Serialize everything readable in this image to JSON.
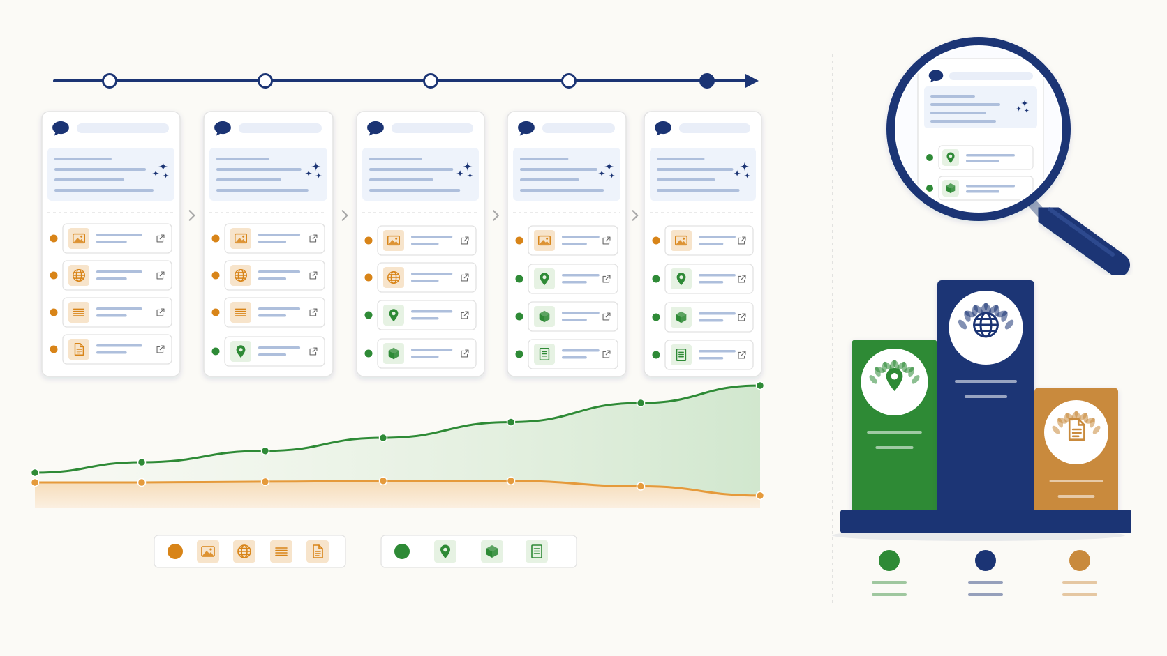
{
  "colors": {
    "navy": "#1b3474",
    "green": "#2e8a36",
    "orange": "#d88418",
    "orange_light": "#f7e4cb",
    "green_light": "#e6f2e3",
    "bronze": "#c98a3c",
    "panel_blue": "#eef3fb",
    "line_gray": "#aebfdc",
    "card_border": "#e3e3e3",
    "background": "#fbfaf6"
  },
  "timeline": {
    "steps": 5,
    "current_step": 5
  },
  "cards": [
    {
      "sources": [
        {
          "kind": "orange",
          "icon": "image-icon"
        },
        {
          "kind": "orange",
          "icon": "globe-icon"
        },
        {
          "kind": "orange",
          "icon": "lines-icon"
        },
        {
          "kind": "orange",
          "icon": "document-icon"
        }
      ]
    },
    {
      "sources": [
        {
          "kind": "orange",
          "icon": "image-icon"
        },
        {
          "kind": "orange",
          "icon": "globe-icon"
        },
        {
          "kind": "orange",
          "icon": "lines-icon"
        },
        {
          "kind": "green",
          "icon": "map-pin-icon"
        }
      ]
    },
    {
      "sources": [
        {
          "kind": "orange",
          "icon": "image-icon"
        },
        {
          "kind": "orange",
          "icon": "globe-icon"
        },
        {
          "kind": "green",
          "icon": "map-pin-icon"
        },
        {
          "kind": "green",
          "icon": "cube-icon"
        }
      ]
    },
    {
      "sources": [
        {
          "kind": "orange",
          "icon": "image-icon"
        },
        {
          "kind": "green",
          "icon": "map-pin-icon"
        },
        {
          "kind": "green",
          "icon": "cube-icon"
        },
        {
          "kind": "green",
          "icon": "receipt-icon"
        }
      ]
    },
    {
      "sources": [
        {
          "kind": "orange",
          "icon": "image-icon"
        },
        {
          "kind": "green",
          "icon": "map-pin-icon"
        },
        {
          "kind": "green",
          "icon": "cube-icon"
        },
        {
          "kind": "green",
          "icon": "receipt-icon"
        }
      ]
    }
  ],
  "trend": {
    "green_share": [
      0.0,
      0.12,
      0.25,
      0.4,
      0.58,
      0.8,
      1.0
    ],
    "orange_share": [
      0.0,
      0.0,
      0.01,
      0.02,
      0.02,
      -0.05,
      -0.17
    ]
  },
  "legends": {
    "orange_group": [
      "orange-dot",
      "image-icon",
      "globe-icon",
      "lines-icon",
      "document-icon"
    ],
    "green_group": [
      "green-dot",
      "map-pin-icon",
      "cube-icon",
      "receipt-icon"
    ]
  },
  "magnifier": {
    "rows": [
      {
        "kind": "green",
        "icon": "map-pin-icon"
      },
      {
        "kind": "green",
        "icon": "cube-icon"
      }
    ]
  },
  "podium": {
    "ranks": [
      {
        "place": 2,
        "color": "green",
        "icon": "map-pin-icon"
      },
      {
        "place": 1,
        "color": "navy",
        "icon": "globe-icon"
      },
      {
        "place": 3,
        "color": "bronze",
        "icon": "document-icon"
      }
    ],
    "legend": [
      "green",
      "navy",
      "bronze"
    ]
  }
}
